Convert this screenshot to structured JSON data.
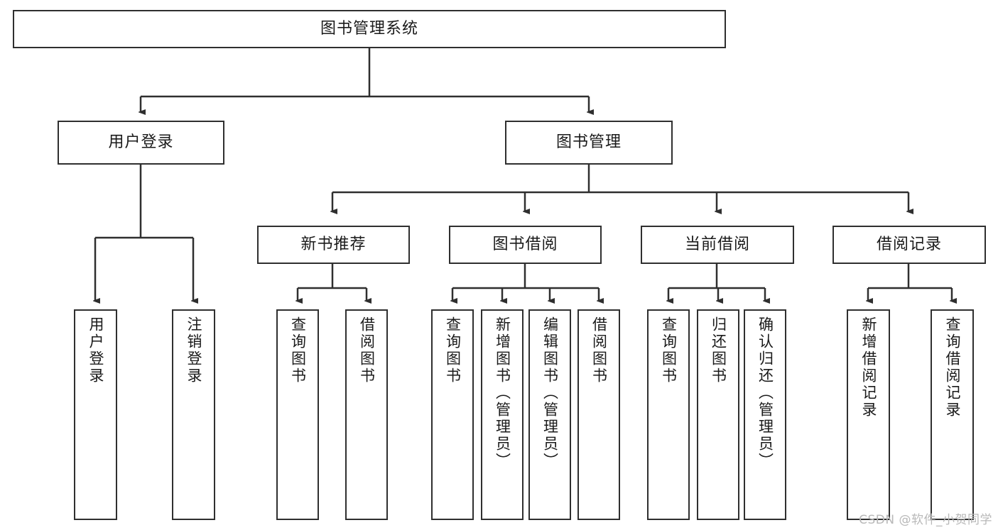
{
  "diagram": {
    "type": "tree-hierarchy-chart",
    "title": "图书管理系统",
    "stroke_color": "#2f2f2f",
    "fill_color": "#ffffff",
    "text_color": "#1a1a1a",
    "levels": 4
  },
  "nodes": {
    "root": {
      "label": "图书管理系统"
    },
    "level2": [
      {
        "label": "用户登录"
      },
      {
        "label": "图书管理"
      }
    ],
    "level3": [
      {
        "label": "新书推荐"
      },
      {
        "label": "图书借阅"
      },
      {
        "label": "当前借阅"
      },
      {
        "label": "借阅记录"
      }
    ],
    "leaves": {
      "user_login": [
        {
          "label": "用户登录"
        },
        {
          "label": "注销登录"
        }
      ],
      "new_book_recommend": [
        {
          "label": "查询图书"
        },
        {
          "label": "借阅图书"
        }
      ],
      "book_borrow": [
        {
          "label": "查询图书"
        },
        {
          "label": "新增图书（管理员）"
        },
        {
          "label": "编辑图书（管理员）"
        },
        {
          "label": "借阅图书"
        }
      ],
      "current_borrow": [
        {
          "label": "查询图书"
        },
        {
          "label": "归还图书"
        },
        {
          "label": "确认归还（管理员）"
        }
      ],
      "borrow_record": [
        {
          "label": "新增借阅记录"
        },
        {
          "label": "查询借阅记录"
        }
      ]
    }
  },
  "watermark": {
    "text": "CSDN @软件_小贺同学"
  }
}
